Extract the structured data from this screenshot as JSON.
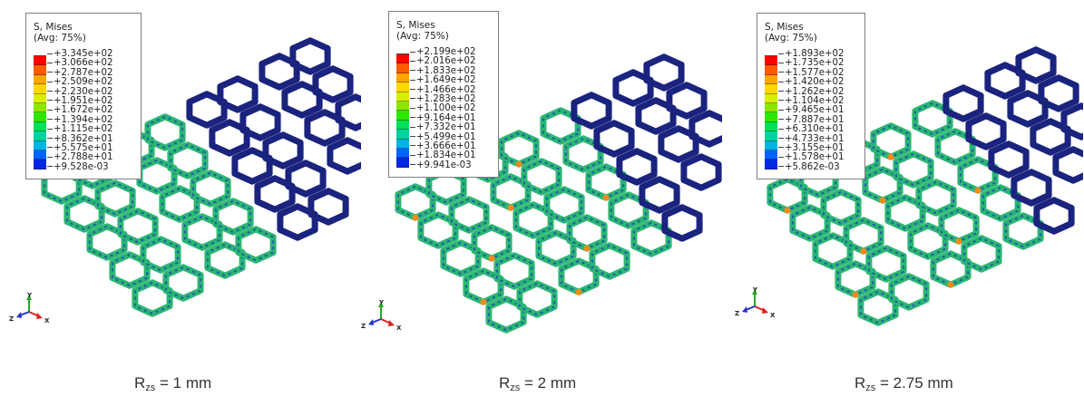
{
  "panels": [
    {
      "legend": {
        "title_line1": "S, Mises",
        "title_line2": "(Avg: 75%)",
        "values": [
          "+3.345e+02",
          "+3.066e+02",
          "+2.787e+02",
          "+2.509e+02",
          "+2.230e+02",
          "+1.951e+02",
          "+1.672e+02",
          "+1.394e+02",
          "+1.115e+02",
          "+8.362e+01",
          "+5.575e+01",
          "+2.788e+01",
          "+9.528e-03"
        ]
      },
      "caption": {
        "symbol": "R",
        "subscript": "zs",
        "text": " = 1 mm"
      },
      "triad": {
        "y": "Y",
        "z": "Z",
        "x": "X"
      }
    },
    {
      "legend": {
        "title_line1": "S, Mises",
        "title_line2": "(Avg: 75%)",
        "values": [
          "+2.199e+02",
          "+2.016e+02",
          "+1.833e+02",
          "+1.649e+02",
          "+1.466e+02",
          "+1.283e+02",
          "+1.100e+02",
          "+9.164e+01",
          "+7.332e+01",
          "+5.499e+01",
          "+3.666e+01",
          "+1.834e+01",
          "+9.941e-03"
        ]
      },
      "caption": {
        "symbol": "R",
        "subscript": "zs",
        "text": " = 2 mm"
      },
      "triad": {
        "y": "Y",
        "z": "Z",
        "x": "X"
      }
    },
    {
      "legend": {
        "title_line1": "S, Mises",
        "title_line2": "(Avg: 75%)",
        "values": [
          "+1.893e+02",
          "+1.735e+02",
          "+1.577e+02",
          "+1.420e+02",
          "+1.262e+02",
          "+1.104e+02",
          "+9.465e+01",
          "+7.887e+01",
          "+6.310e+01",
          "+4.733e+01",
          "+3.155e+01",
          "+1.578e+01",
          "+5.862e-03"
        ]
      },
      "caption": {
        "symbol": "R",
        "subscript": "zs",
        "text": " = 2.75 mm"
      },
      "triad": {
        "y": "Y",
        "z": "Z",
        "x": "X"
      }
    }
  ],
  "colormap": [
    "#ff0000",
    "#ff5a00",
    "#ffa500",
    "#ffd700",
    "#d8f000",
    "#8ce600",
    "#2ee600",
    "#00e05a",
    "#00d2a0",
    "#00b4e6",
    "#0064ff",
    "#0028e0"
  ],
  "colors": {
    "low_stress": "#1a237e",
    "mid_stress": "#2bb673",
    "high_stress": "#f08c1e"
  }
}
